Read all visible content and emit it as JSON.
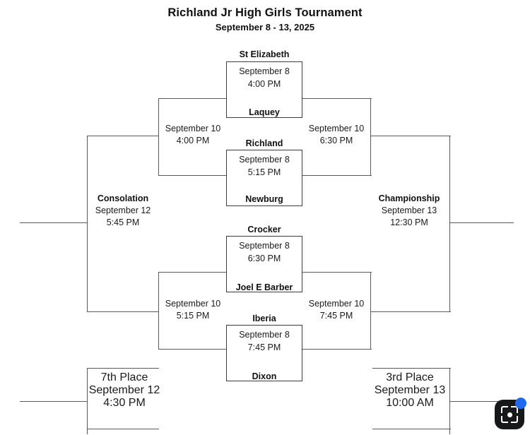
{
  "header": {
    "title": "Richland Jr High Girls Tournament",
    "dates": "September 8 - 13, 2025"
  },
  "bracket": {
    "round1": [
      {
        "id": "game-1",
        "team_top": "St Elizabeth",
        "team_bottom": "Laquey",
        "date": "September 8",
        "time": "4:00 PM"
      },
      {
        "id": "game-2",
        "team_top": "Richland",
        "team_bottom": "Newburg",
        "date": "September 8",
        "time": "5:15 PM"
      },
      {
        "id": "game-3",
        "team_top": "Crocker",
        "team_bottom": "Joel E Barber",
        "date": "September 8",
        "time": "6:30 PM"
      },
      {
        "id": "game-4",
        "team_top": "Iberia",
        "team_bottom": "Dixon",
        "date": "September 8",
        "time": "7:45 PM"
      }
    ],
    "semifinals": [
      {
        "id": "semi-left-upper",
        "name": "",
        "date": "September 10",
        "time": "4:00 PM"
      },
      {
        "id": "semi-right-upper",
        "name": "",
        "date": "September 10",
        "time": "6:30 PM"
      },
      {
        "id": "semi-left-lower",
        "name": "",
        "date": "September 10",
        "time": "5:15 PM"
      },
      {
        "id": "semi-right-lower",
        "name": "",
        "date": "September 10",
        "time": "7:45 PM"
      }
    ],
    "consolation": {
      "name": "Consolation",
      "date": "September 12",
      "time": "5:45 PM"
    },
    "championship": {
      "name": "Championship",
      "date": "September 13",
      "time": "12:30 PM"
    },
    "seventh_place": {
      "name": "7th Place",
      "date": "September 12",
      "time": "4:30 PM"
    },
    "third_place": {
      "name": "3rd Place",
      "date": "September 13",
      "time": "10:00 AM"
    }
  },
  "overlay": {
    "icon": "screenshot-scan-icon",
    "badge": "notification-dot",
    "badge_color": "#1f6bf0",
    "background_color": "#17181a"
  },
  "colors": {
    "line": "#5a5a5a",
    "box_border": "#3d3d3d",
    "text": "#1a1a1a",
    "background": "#ffffff"
  }
}
